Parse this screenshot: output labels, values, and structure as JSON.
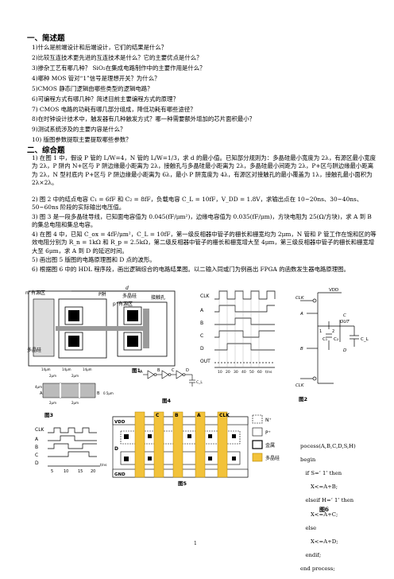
{
  "section1": {
    "title": "一、简述题",
    "items": [
      "1)什么是前端设计和后端设计，它们的结果是什么？",
      "2)比较互连技术更先进的互连技术是什么？它的主要优点是什么？",
      "3)掺杂工艺有哪几种？ SiO₂在集成电路制作中的主要作用是什么？",
      "4)哪种 MOS 管对“1”信号是理想开关？为什么？",
      "5)CMOS 静态门逻辑由哪些类型的逻辑电路？",
      "6)可编程方式有哪几种？简述目前主要编程方式的原理？",
      "7) CMOS 电路的功耗有哪几部分组成，降低功耗有哪些途径？",
      "8)在时钟设计技术中，触发器有几种触发方式？哪一种需要额外增加的芯片面积最小？",
      "9)测试系统涉及的主要内容是什么？",
      "10) 版图参数提取主要提取哪些参数？"
    ]
  },
  "section2": {
    "title": "二、综合题",
    "items": [
      "1) 在图 1 中，假设 P 管的 L/W=4，N 管的 L/W=1/3，求 d 的最小值。已知部分规则为：多晶硅最小宽度为 2λ，有源区最小宽度为 2λ，P 阱内 N+区与 P 阱边缘最小距离为 2λ，接触孔与多晶硅最小距离为 2λ，多晶硅最小间距为 2λ，P+区与阱边缘最小距离为 2λ，N 型衬底内 P+区与 P 阱边缘最小距离为 6λ，最小 P 阱宽度为 4λ，有源区对接触孔的最小覆盖为 1λ，接触孔最小面积为 2λ×2λ。",
      "2) 图 2 中的结点电容 C₁ = 6fF 和 C₂ = 8fF，负载电容 C_L = 10fF，V_DD = 1.8V，求输出点在 10~20ns、30~40ns、50~60ns 阶段的实际输出电压值。",
      "3) 图 3 是一段多晶硅导线，已知面电容值为 0.045(fF/μm²)，边缘电容值为 0.035(fF/μm)，方块电阻为 25(Ω/方块)，求 A 到 B 的集总电阻和集总电容。",
      "4) 在图 4 中，已知 C_ox = 4fF/μm²，C_L = 10fF，第一级反相器中管子的栅长和栅宽均为 2μm，N 管和 P 管工作在饱和区的等效电阻分别为 R_n = 1kΩ 和 R_p = 2.5kΩ，第二级反相器中管子的栅长和栅宽增大至 4μm，第三级反相器中管子的栅长和栅宽增大至 6μm，求 A 到 D 的延迟时间。",
      "5) 画出图 5 版图的电路原理图和 D 点的波形。",
      "6) 根据图 6 中的 HDL 程序段，画出逻辑综合的电路结果图。以二输入同或门为例画出 FPGA 的函数发生器电路原理图。"
    ]
  },
  "fig1": {
    "caption": "图1",
    "d_label": "d",
    "n_active": "n⁺有源区",
    "p_well": "P阱",
    "poly_top": "多晶硅",
    "p_active": "p⁺有源区",
    "contact": "接触孔",
    "poly_bottom": "多晶硅"
  },
  "fig2": {
    "caption": "图2",
    "signals": [
      "CLK",
      "A",
      "B",
      "C",
      "D",
      "OUT"
    ],
    "ticks": [
      "10",
      "20",
      "30",
      "40",
      "50",
      "60"
    ],
    "unit": "t/ns",
    "vdd": "VDD",
    "out": "OUT",
    "clk_top": "CLK",
    "clk_bottom": "CLK",
    "in_a": "A",
    "in_b": "B",
    "in_c": "C",
    "in_d": "D",
    "c1": "C₁",
    "c2": "C₂",
    "cl": "C_L",
    "n1": "1",
    "n2": "2"
  },
  "fig3": {
    "caption": "图3",
    "dims_top": [
      "14μm",
      "14μm",
      "14μm"
    ],
    "dims_mid": [
      "2μm",
      "2μm"
    ],
    "left": "4μm",
    "a": "A",
    "b": "B",
    "right_dim": "0.5μm",
    "bottom": [
      "2μm",
      "2μm"
    ]
  },
  "fig4": {
    "caption": "图4",
    "nodes": [
      "A",
      "B",
      "C",
      "D"
    ],
    "cl": "C_L"
  },
  "fig5": {
    "caption": "图5",
    "wave_signals": [
      "CLK",
      "A",
      "B",
      "C",
      "D"
    ],
    "wave_ticks": [
      "5",
      "10",
      "15",
      "20"
    ],
    "wave_unit": "t/ns",
    "vdd": "VDD",
    "gnd": "GND",
    "top_labels": [
      "C",
      "B",
      "A",
      "CLK"
    ],
    "d_label": "D",
    "legend": [
      "N⁺",
      "P⁺",
      "金属",
      "多晶硅"
    ]
  },
  "fig6": {
    "caption": "图6",
    "code": [
      "pocess(A,B,C,D,S,H)",
      "begin",
      "   if S=‘ 1’ then",
      "      X<=A+B;",
      "   elseif H=‘ 1’ then",
      "      X<=A+C;",
      "   else",
      "      X<=A+D;",
      "   endif;",
      "end process;"
    ]
  },
  "page_number": "1"
}
